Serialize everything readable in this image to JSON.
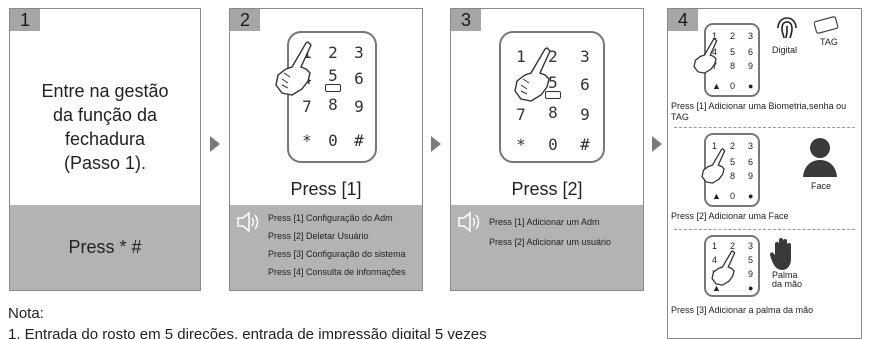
{
  "steps": [
    {
      "number": "1",
      "description": "Entre na gestão\nda função da\nfechadura\n(Passo 1).",
      "action": "Press * #"
    },
    {
      "number": "2",
      "press": "Press [1]",
      "options": [
        "Press [1] Configuração do Adm",
        "Press [2] Deletar Usuário",
        "Press [3] Configuração do sistema",
        "Press [4] Consulta de informações"
      ]
    },
    {
      "number": "3",
      "press": "Press [2]",
      "options": [
        "Press [1] Adicionar um Adm",
        "Press [2] Adicionar um usuário"
      ]
    },
    {
      "number": "4",
      "sections": [
        {
          "caption": "Press [1] Adicionar uma Biometria,senha ou\nTAG",
          "labels": [
            "Digital",
            "TAG"
          ]
        },
        {
          "caption": "Press [2] Adicionar uma Face",
          "labels": [
            "Face"
          ]
        },
        {
          "caption": "Press [3] Adicionar a palma da mão",
          "labels": [
            "Palma\nda mão"
          ]
        }
      ]
    }
  ],
  "keys": [
    "1",
    "2",
    "3",
    "4",
    "5",
    "6",
    "7",
    "8",
    "9",
    "*",
    "0",
    "#"
  ],
  "note": {
    "title": "Nota:",
    "line1": "1. Entrada do rosto em 5 direções, entrada de impressão digital 5 vezes"
  },
  "colors": {
    "border": "#8a8a8a",
    "gray_box": "#b3b3b3",
    "step_badge": "#a6a6a6",
    "arrow": "#7a7a7a"
  },
  "icons": [
    "hand-pointer-icon",
    "speaker-icon",
    "fingerprint-icon",
    "tag-icon",
    "face-silhouette-icon",
    "palm-icon",
    "lock-icon",
    "bell-icon",
    "card-icon",
    "next-arrow-icon"
  ]
}
